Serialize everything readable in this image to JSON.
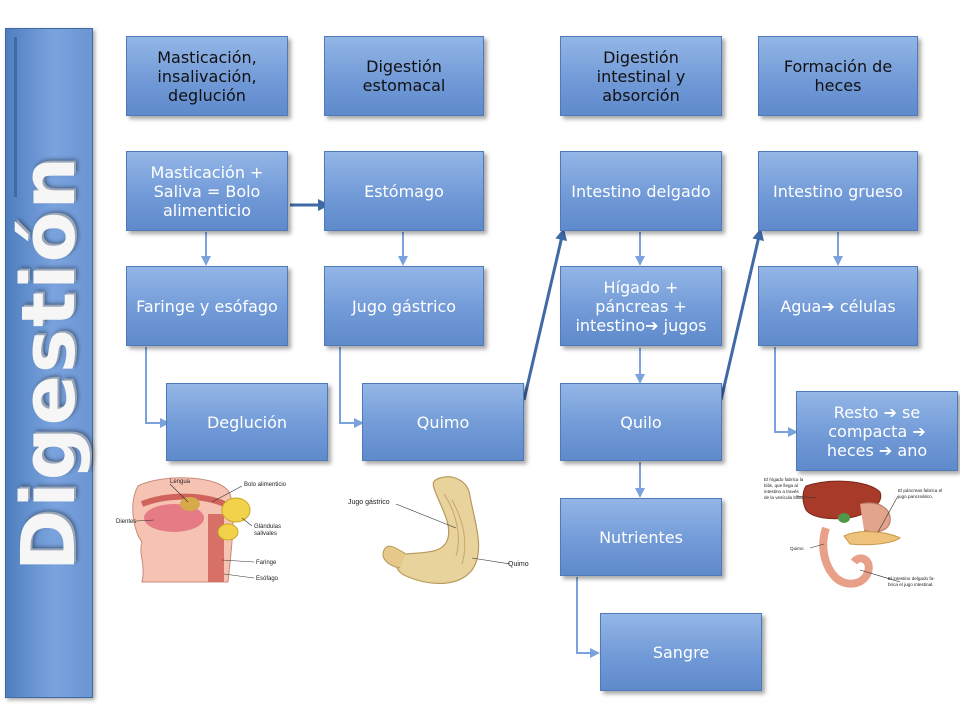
{
  "title": "Digestión",
  "colors": {
    "node_fill": "#7fa6de",
    "node_border": "#4f79b8",
    "connector": "#7aa3de",
    "arrow_dark": "#3f6aa6"
  },
  "headers": {
    "h1": "Masticación,\ninsalivación,\ndeglución",
    "h2": "Digestión\nestomacal",
    "h3": "Digestión\nintestinal y\nabsorción",
    "h4": "Formación de\nheces"
  },
  "nodes": {
    "mast_saliva": "Masticación +\nSaliva = Bolo\nalimenticio",
    "estomago": "Estómago",
    "intestino_delgado": "Intestino delgado",
    "intestino_grueso": "Intestino grueso",
    "faringe": "Faringe y esófago",
    "jugo": "Jugo gástrico",
    "higado": "Hígado +\npáncreas +\nintestino➔ jugos",
    "agua": "Agua➔ células",
    "deglucion": "Deglución",
    "quimo": "Quimo",
    "quilo": "Quilo",
    "resto": "Resto ➔ se\ncompacta ➔\nheces ➔ ano",
    "nutrientes": "Nutrientes",
    "sangre": "Sangre"
  },
  "illustrations": {
    "mouth": {
      "labels": [
        "Lengua",
        "Bolo alimenticio",
        "Dientes",
        "Glándulas\nsalivales",
        "Faringe",
        "Esófago"
      ]
    },
    "stomach": {
      "labels": [
        "Jugo gástrico",
        "Quimo"
      ]
    },
    "organs": {
      "labels": [
        "El hígado fabrica la\nbilis, que llega al\nintestino a través\nde la vesícula biliar.",
        "El páncreas fabrica el\njugo pancreático.",
        "Quimo",
        "El intestino delgado fa-\nbrica el jugo intestinal."
      ]
    }
  }
}
